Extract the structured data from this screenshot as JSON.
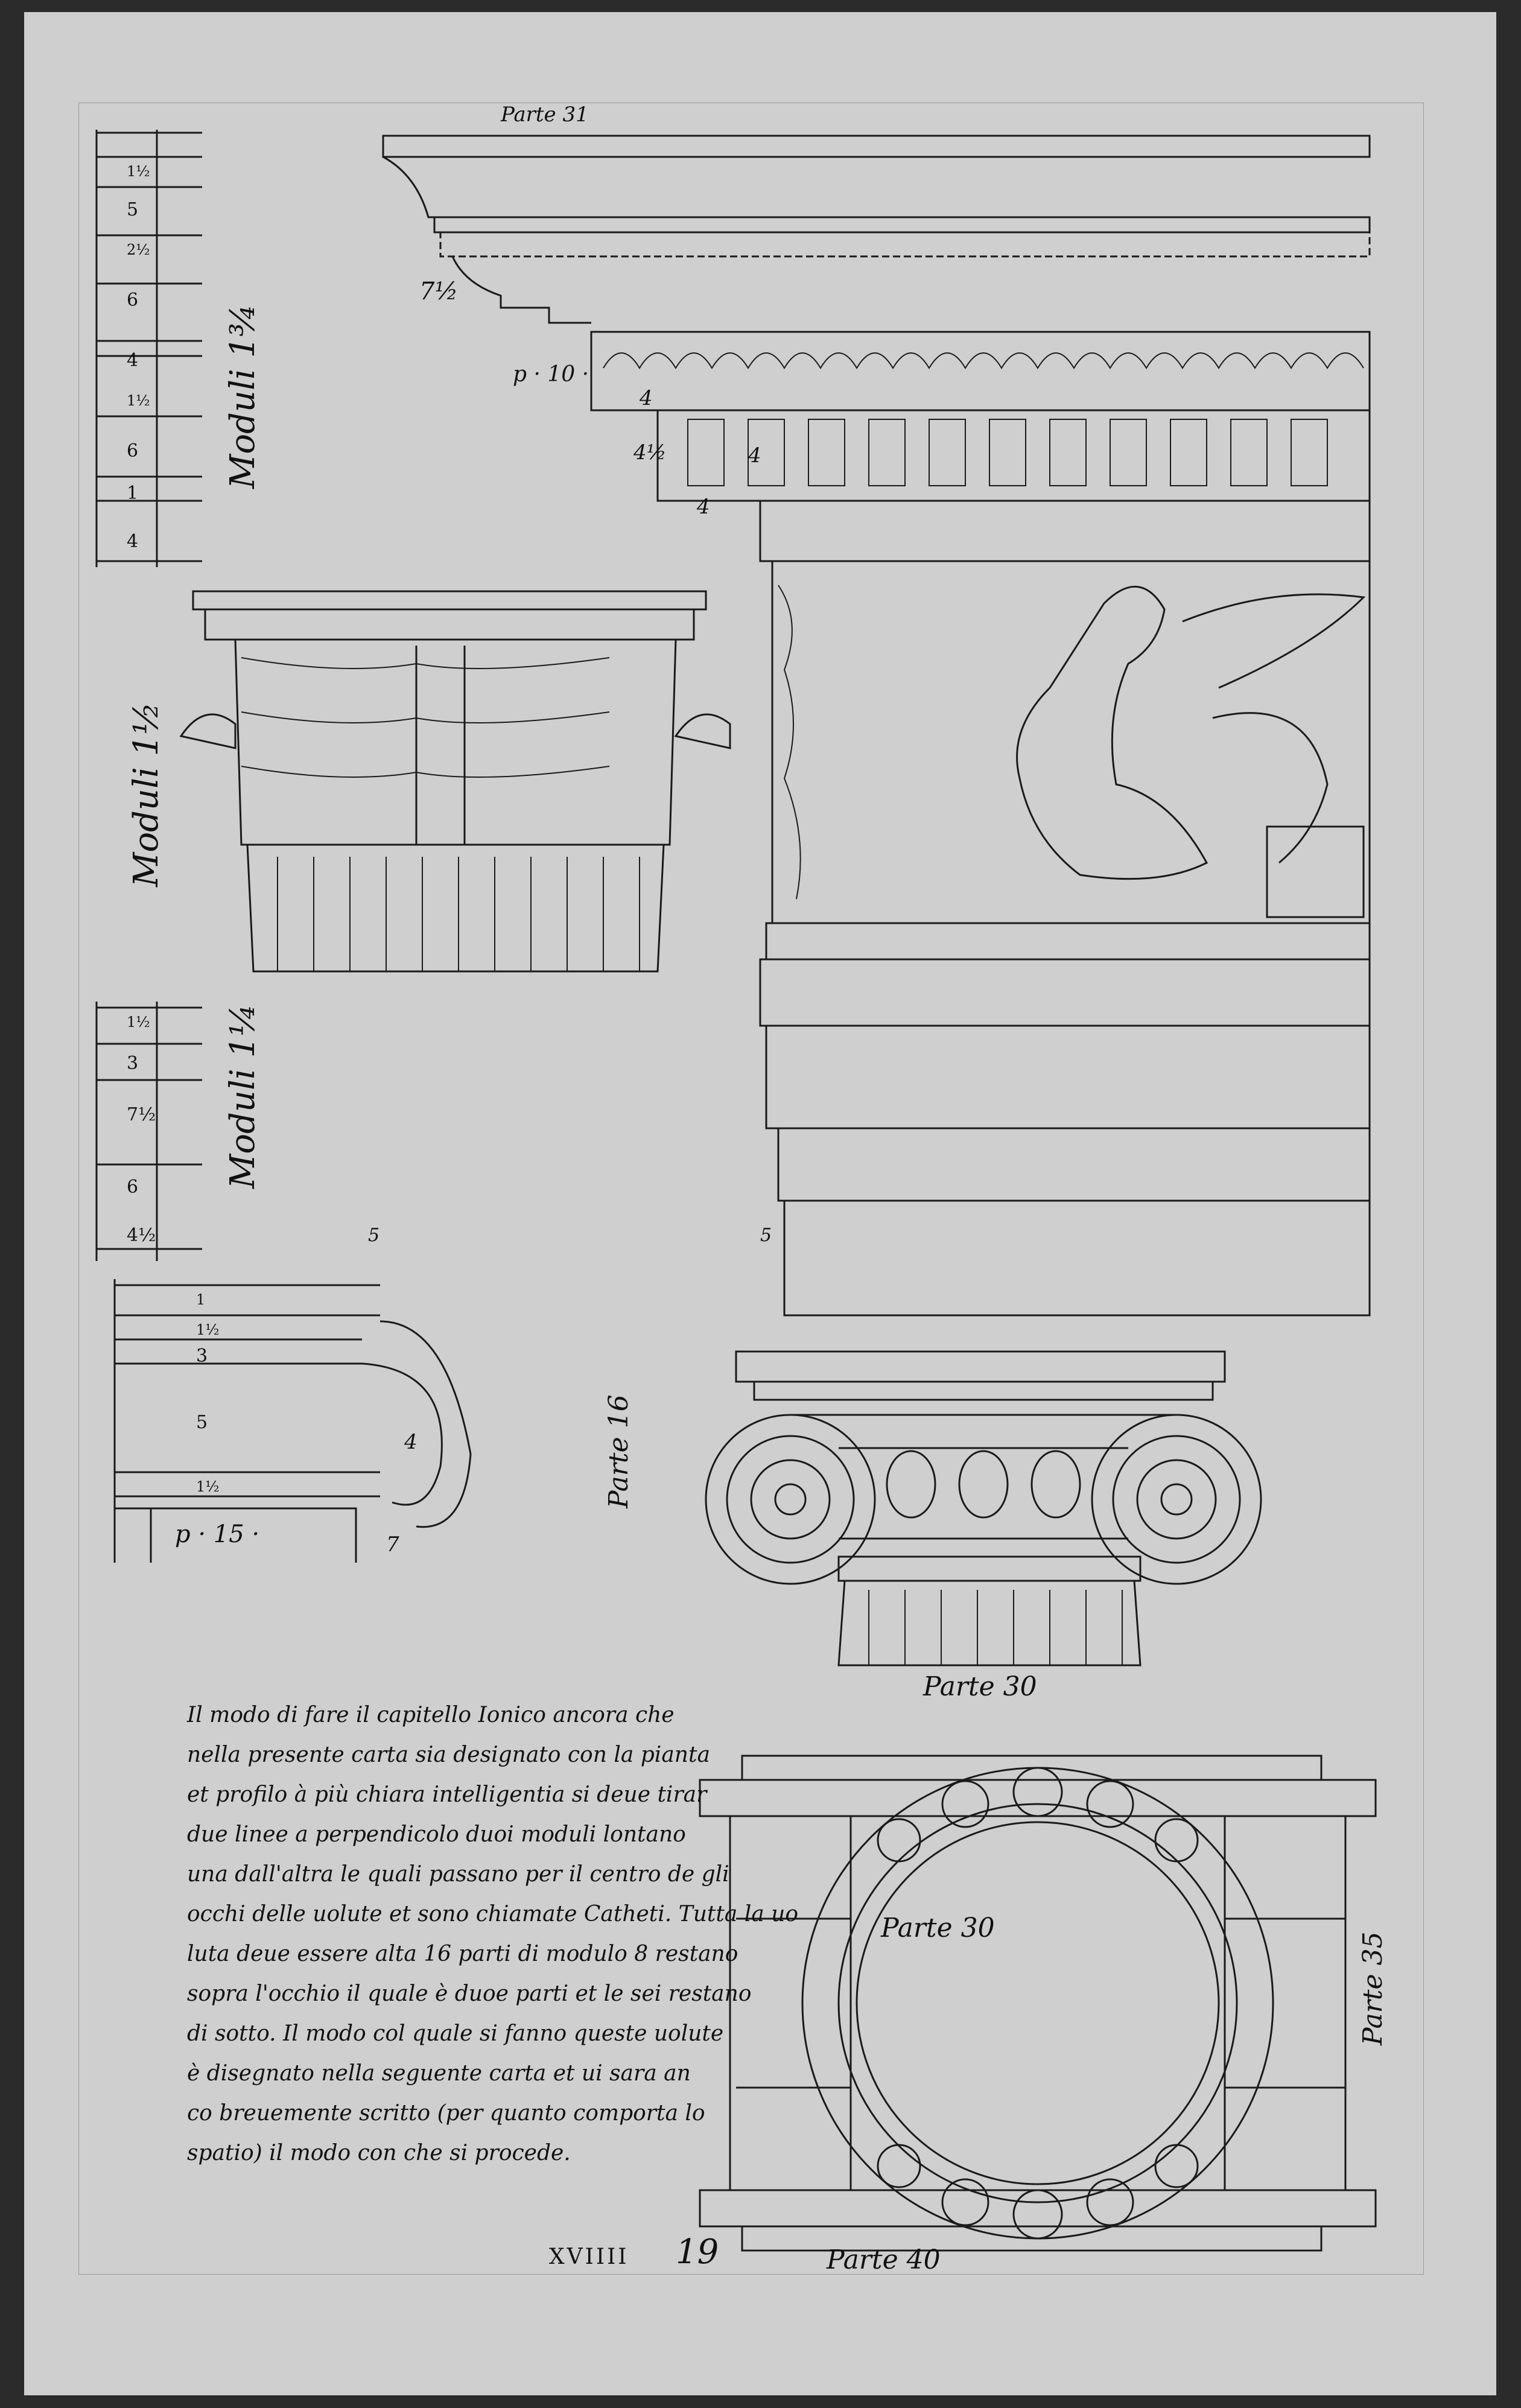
{
  "labels": {
    "parte_31": "Parte 31",
    "p10": "p · 10 ·",
    "seven_half": "7½",
    "four_a": "4",
    "four_half": "4½",
    "four_b": "4",
    "four_c": "4",
    "moduli_1_3_4": "Moduli 1¾",
    "moduli_1_half": "Moduli 1½",
    "moduli_1_quarter": "Moduli 1¼",
    "parte_16": "Parte 16",
    "parte_30_a": "Parte 30",
    "parte_30_b": "Parte 30",
    "parte_35": "Parte 35",
    "parte_40": "Parte 40",
    "p15": "p · 15 ·",
    "five_a": "5",
    "five_b": "5",
    "four_d": "4",
    "seven": "7"
  },
  "scale_marks": {
    "upper": [
      "4",
      "1",
      "6",
      "1½",
      "4",
      "6",
      "2½",
      "5",
      "1½"
    ],
    "middle": [
      "4½",
      "6",
      "7½",
      "3",
      "1½"
    ],
    "lower": [
      "1½",
      "5",
      "3",
      "1½",
      "1"
    ]
  },
  "text": {
    "lines": [
      "Il modo di fare il capitello Ionico ancora che",
      "nella presente carta sia designato con la pianta",
      "et profilo à più chiara intelligentia si deue tirar",
      "due linee a perpendicolo duoi moduli lontano",
      "una dall'altra le quali passano per il centro de gli",
      "occhi delle uolute et sono chiamate Catheti. Tutta la uo",
      "luta deue essere alta 16 parti di modulo 8 restano",
      "sopra l'occhio il quale è duoe parti et le sei restano",
      "di sotto. Il modo col quale si fanno queste uolute",
      "è disegnato nella seguente carta et ui sara an",
      "co breuemente scritto (per quanto comporta lo",
      "spatio) il modo con che si procede."
    ]
  },
  "folio": {
    "roman": "XVIIII",
    "arabic": "19"
  }
}
